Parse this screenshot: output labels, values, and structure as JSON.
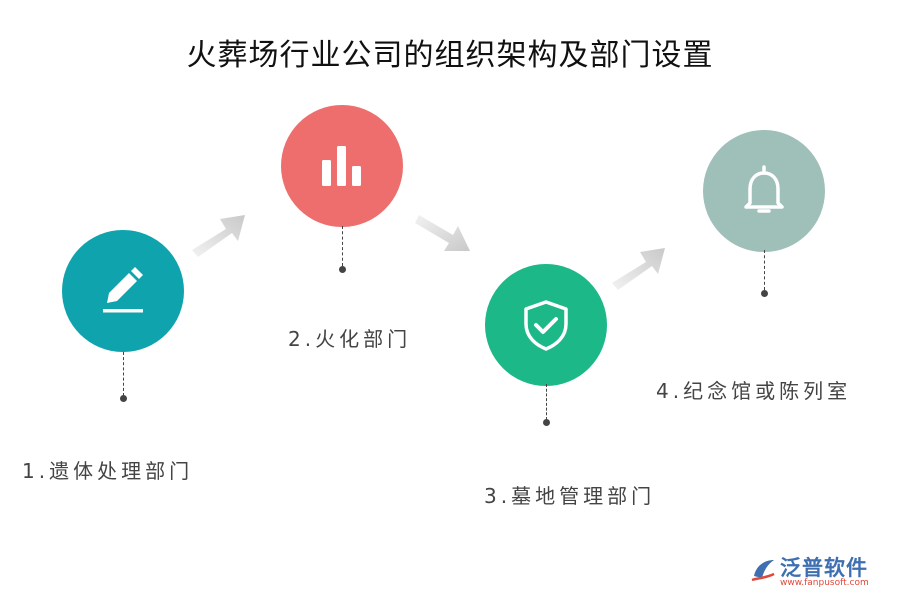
{
  "title": "火葬场行业公司的组织架构及部门设置",
  "steps": [
    {
      "label": "1.遗体处理部门",
      "icon": "pencil-icon",
      "color": "#0fa3ae"
    },
    {
      "label": "2.火化部门",
      "icon": "bar-chart-icon",
      "color": "#ee6e6e"
    },
    {
      "label": "3.墓地管理部门",
      "icon": "shield-check-icon",
      "color": "#1db887"
    },
    {
      "label": "4.纪念馆或陈列室",
      "icon": "bell-icon",
      "color": "#9fbfb9"
    }
  ],
  "logo": {
    "name": "泛普软件",
    "url": "www.fanpusoft.com"
  }
}
